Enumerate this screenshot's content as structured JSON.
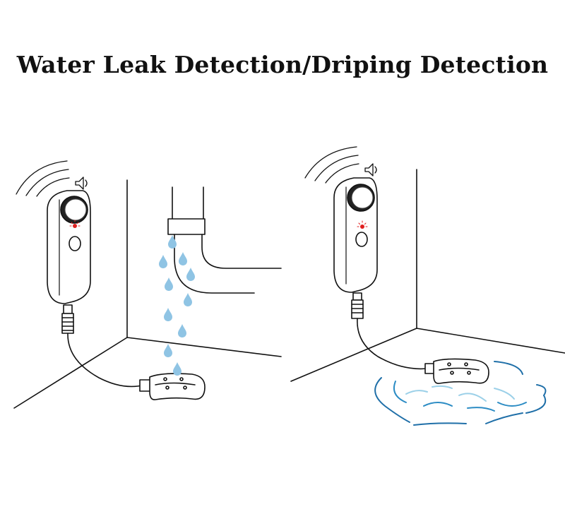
{
  "title": "Water Leak Detection/Driping Detection",
  "colors": {
    "line": "#111111",
    "drop": "#8fc4e4",
    "puddle_dark": "#1f6fa8",
    "puddle_light": "#9bd0e8",
    "alarm": "#e02020"
  },
  "scenes": [
    {
      "name": "dripping-detection",
      "icons": [
        "sound-waves-icon",
        "speaker-icon",
        "water-drop-icon"
      ]
    },
    {
      "name": "water-leak-detection",
      "icons": [
        "sound-waves-icon",
        "speaker-icon",
        "water-puddle-icon"
      ]
    }
  ]
}
